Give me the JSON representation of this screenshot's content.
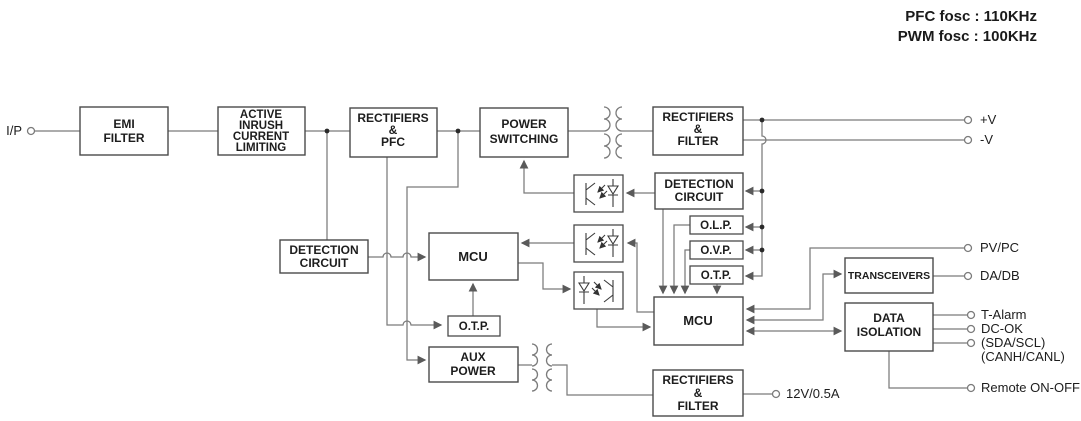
{
  "annotations": {
    "pfc_fosc": "PFC fosc : 110KHz",
    "pwm_fosc": "PWM fosc : 100KHz"
  },
  "terminals": {
    "input": "I/P",
    "v_plus": "+V",
    "v_minus": "-V",
    "pv_pc": "PV/PC",
    "da_db": "DA/DB",
    "t_alarm": "T-Alarm",
    "dc_ok": "DC-OK",
    "sda_scl": "(SDA/SCL)",
    "canh_canl": "(CANH/CANL)",
    "remote": "Remote ON-OFF",
    "aux_out": "12V/0.5A"
  },
  "boxes": {
    "emi_filter": {
      "lines": [
        "EMI",
        "FILTER"
      ]
    },
    "inrush": {
      "lines": [
        "ACTIVE",
        "INRUSH",
        "CURRENT",
        "LIMITING"
      ]
    },
    "rect_pfc": {
      "lines": [
        "RECTIFIERS",
        "&",
        "PFC"
      ]
    },
    "power_switching": {
      "lines": [
        "POWER",
        "SWITCHING"
      ]
    },
    "rect_filter_main": {
      "lines": [
        "RECTIFIERS",
        "&",
        "FILTER"
      ]
    },
    "detection_pri": {
      "lines": [
        "DETECTION",
        "CIRCUIT"
      ]
    },
    "mcu_pri": {
      "lines": [
        "MCU"
      ]
    },
    "otp_pri": {
      "lines": [
        "O.T.P."
      ]
    },
    "aux_power": {
      "lines": [
        "AUX",
        "POWER"
      ]
    },
    "detection_sec": {
      "lines": [
        "DETECTION",
        "CIRCUIT"
      ]
    },
    "olp": {
      "lines": [
        "O.L.P."
      ]
    },
    "ovp": {
      "lines": [
        "O.V.P."
      ]
    },
    "otp_sec": {
      "lines": [
        "O.T.P."
      ]
    },
    "mcu_sec": {
      "lines": [
        "MCU"
      ]
    },
    "transceivers": {
      "lines": [
        "TRANSCEIVERS"
      ]
    },
    "data_isolation": {
      "lines": [
        "DATA",
        "ISOLATION"
      ]
    },
    "rect_filter_aux": {
      "lines": [
        "RECTIFIERS",
        "&",
        "FILTER"
      ]
    }
  },
  "colors": {
    "wire": "#7b7b7b",
    "box_border": "#4a4a4a",
    "text": "#1d1d1d",
    "background": "#ffffff"
  }
}
